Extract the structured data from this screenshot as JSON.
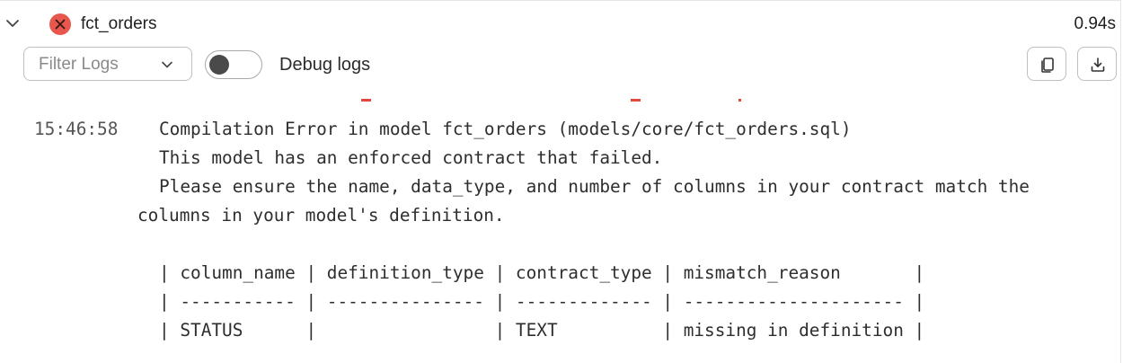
{
  "header": {
    "model_name": "fct_orders",
    "duration": "0.94s",
    "status": "error",
    "status_color": "#e8574d"
  },
  "toolbar": {
    "filter_placeholder": "Filter Logs",
    "debug_label": "Debug logs",
    "debug_enabled": false
  },
  "icons": {
    "expand": "chevron-down-icon",
    "status": "error-x-icon",
    "filter_caret": "chevron-down-icon",
    "copy": "copy-icon",
    "download": "download-icon"
  },
  "log": {
    "timestamp": "15:46:58",
    "lines": [
      "Compilation Error in model fct_orders (models/core/fct_orders.sql)",
      "This model has an enforced contract that failed.",
      "Please ensure the name, data_type, and number of columns in your contract match the",
      "columns in your model's definition.",
      "| column_name | definition_type | contract_type | mismatch_reason       |",
      "| ----------- | --------------- | ------------- | --------------------- |",
      "| STATUS      |                 | TEXT          | missing in definition |"
    ]
  }
}
